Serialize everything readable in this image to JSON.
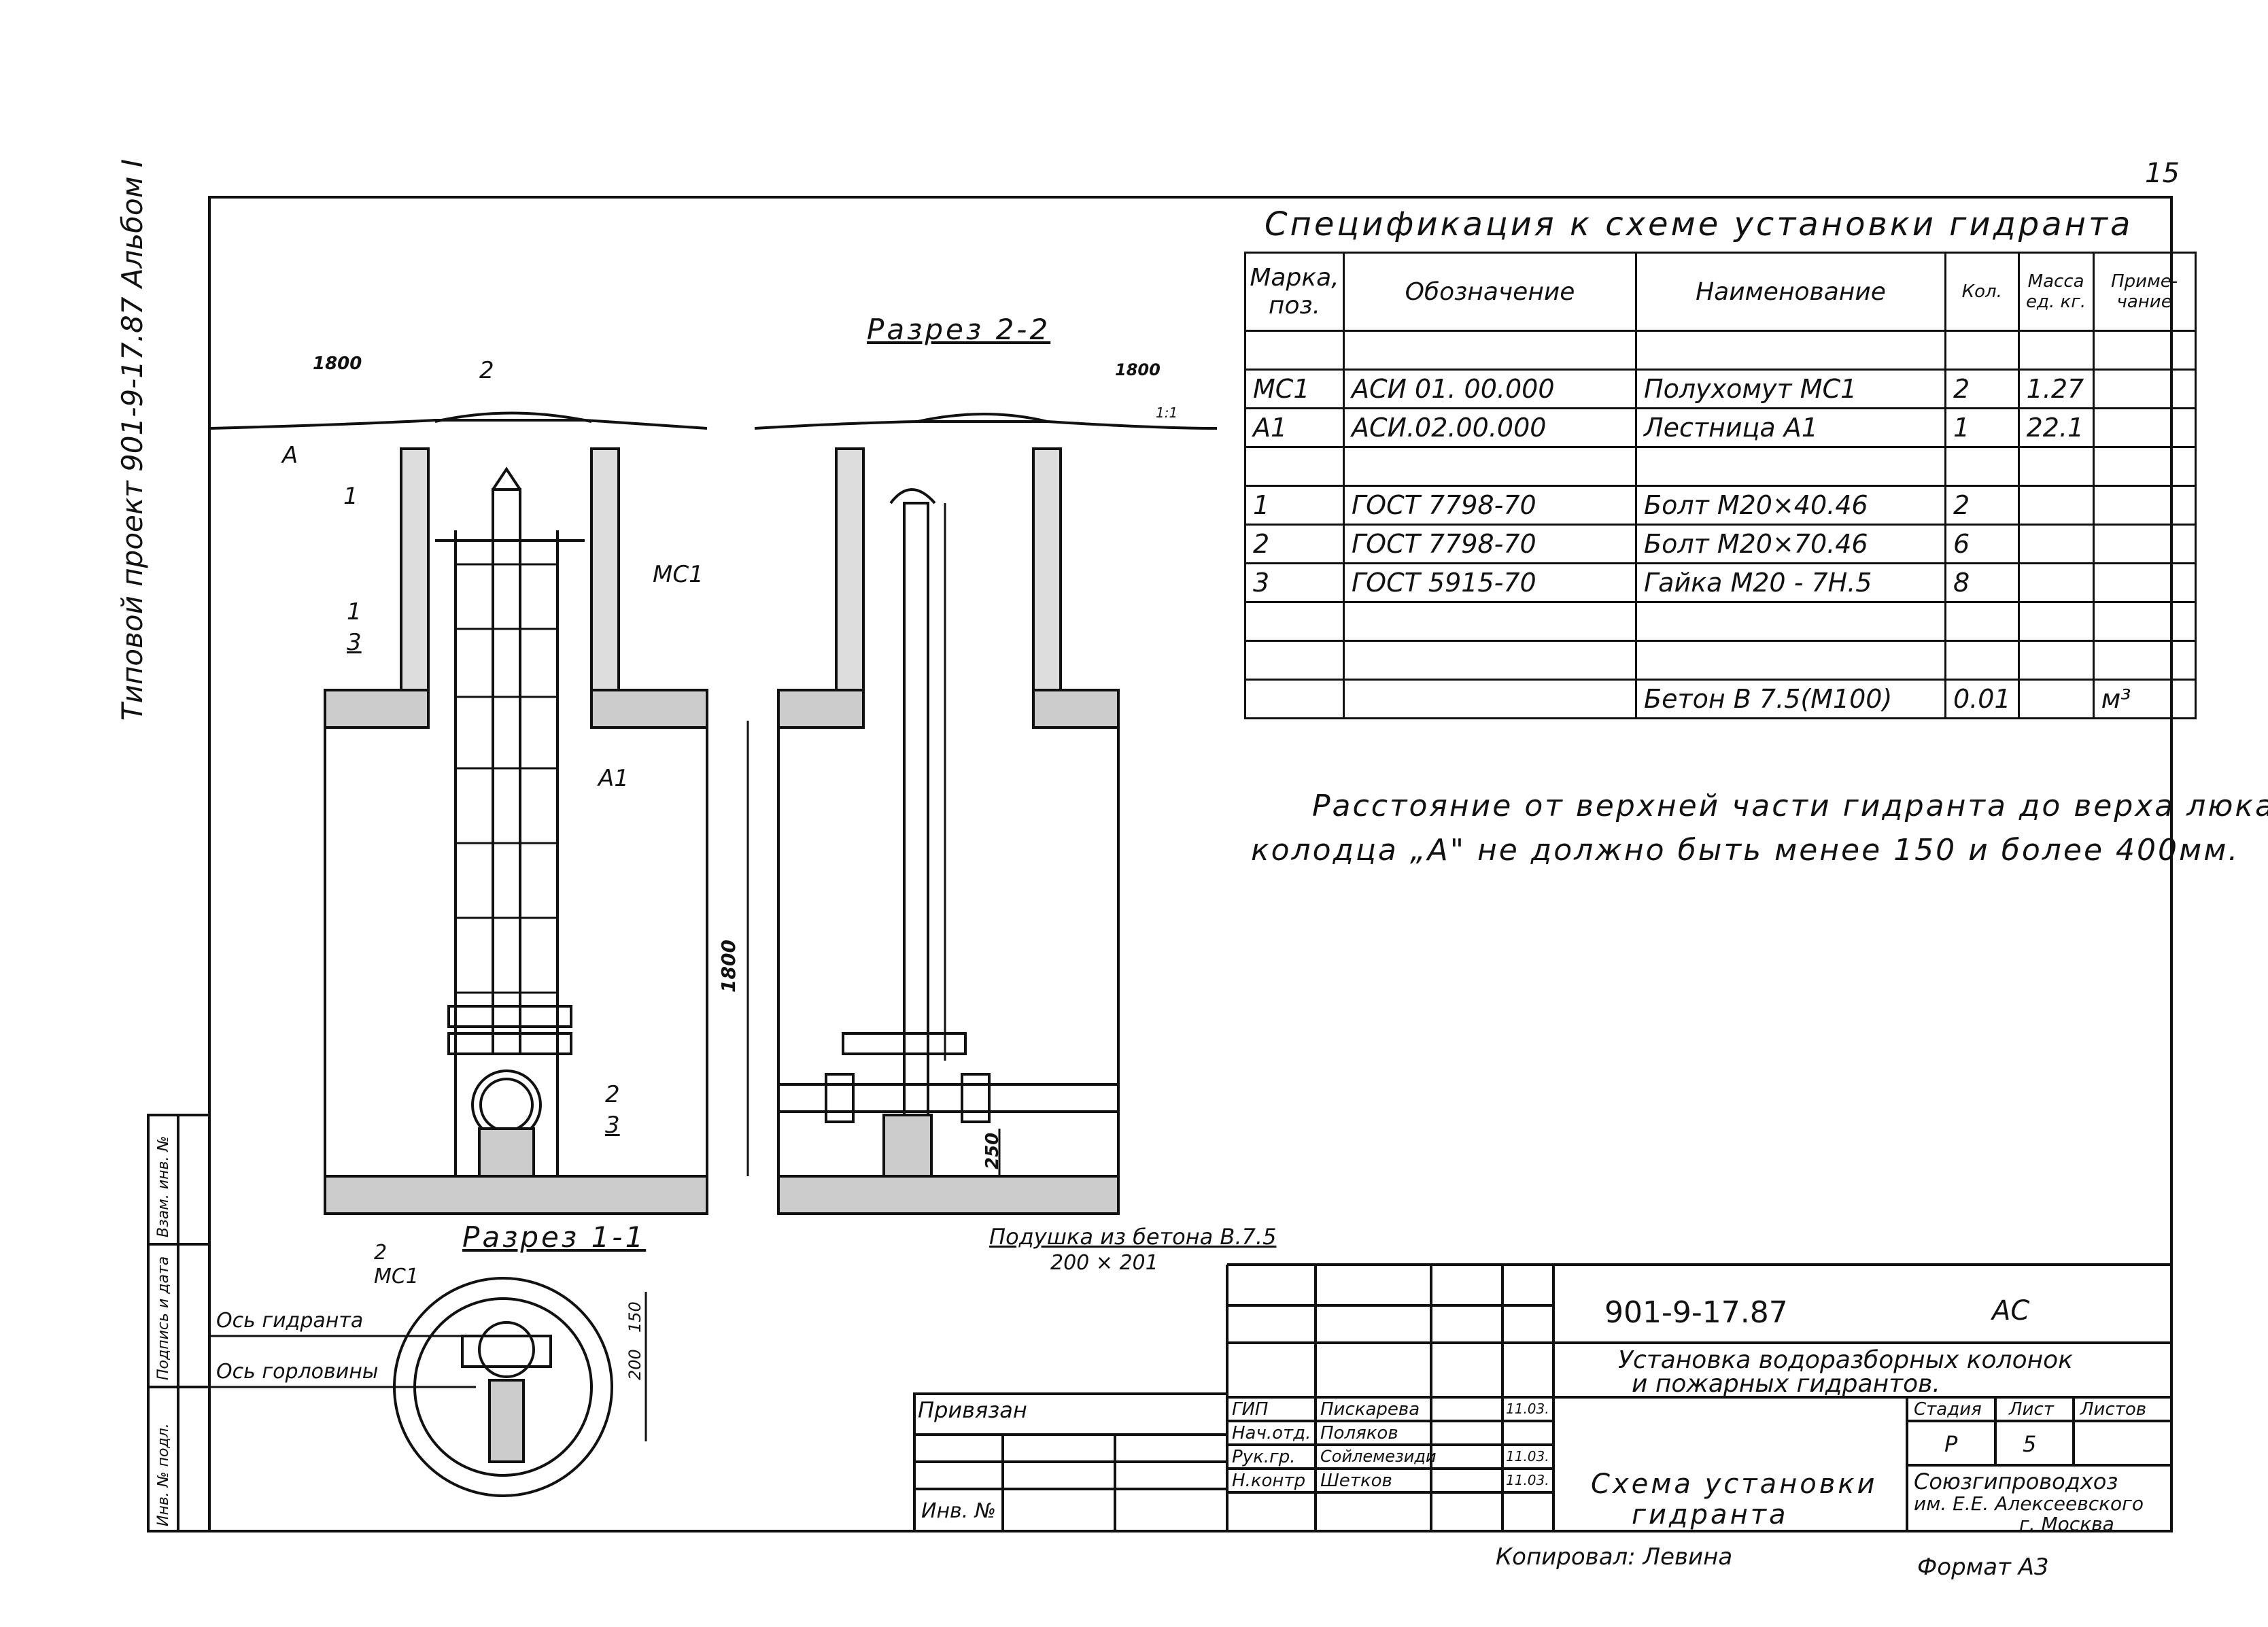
{
  "page_number": "15",
  "side_title": "Типовой проект 901-9-17.87 Альбом I",
  "spec": {
    "title": "Спецификация к схеме установки гидранта",
    "headers": [
      "Марка, поз.",
      "Обозначение",
      "Наименование",
      "Кол.",
      "Масса ед. кг.",
      "Приме- чание"
    ],
    "rows": [
      [
        "",
        "",
        "",
        "",
        "",
        ""
      ],
      [
        "МС1",
        "АСИ 01. 00.000",
        "Полухомут МС1",
        "2",
        "1.27",
        ""
      ],
      [
        "А1",
        "АСИ.02.00.000",
        "Лестница А1",
        "1",
        "22.1",
        ""
      ],
      [
        "",
        "",
        "",
        "",
        "",
        ""
      ],
      [
        "1",
        "ГОСТ 7798-70",
        "Болт М20×40.46",
        "2",
        "",
        ""
      ],
      [
        "2",
        "ГОСТ 7798-70",
        "Болт М20×70.46",
        "6",
        "",
        ""
      ],
      [
        "3",
        "ГОСТ 5915-70",
        "Гайка М20 - 7Н.5",
        "8",
        "",
        ""
      ],
      [
        "",
        "",
        "",
        "",
        "",
        ""
      ],
      [
        "",
        "",
        "",
        "",
        "",
        ""
      ],
      [
        "",
        "",
        "Бетон В 7.5(М100)",
        "0.01",
        "",
        "м³"
      ]
    ]
  },
  "note": {
    "line1": "Расстояние от верхней части гидранта до верха люка",
    "line2": "колодца „А\" не должно быть менее 150 и более 400мм."
  },
  "drawing": {
    "section22_title": "Разрез 2-2",
    "section11_title": "Разрез 1-1",
    "dim_1800_left": "1800",
    "dim_1800_right": "1800",
    "dim_1800_vert": "1800",
    "dim_250": "250",
    "dim_200": "200",
    "dim_150": "150",
    "label_2": "2",
    "label_1": "1",
    "label_3": "3",
    "label_A": "А",
    "label_mc1": "МС1",
    "label_a1": "А1",
    "slope": "1:1",
    "cushion_line1": "Подушка из бетона В.7.5",
    "cushion_line2": "200 × 201",
    "axis_hydrant": "Ось гидранта",
    "axis_neck": "Ось горловины"
  },
  "stamp": {
    "code": "901-9-17.87",
    "mark": "АС",
    "project_title_1": "Установка водоразборных колонок",
    "project_title_2": "и пожарных гидрантов.",
    "stage_h": "Стадия",
    "sheet_h": "Лист",
    "sheets_h": "Листов",
    "stage": "Р",
    "sheet": "5",
    "sheet_title_1": "Схема установки",
    "sheet_title_2": "гидранта",
    "org_1": "Союзгипроводхоз",
    "org_2": "им. Е.Е. Алексеевского",
    "org_3": "г. Москва",
    "privyazan": "Привязан",
    "inv": "Инв. №",
    "roles": [
      "ГИП",
      "Нач.отд.",
      "Рук.гр.",
      "Н.контр"
    ],
    "names": [
      "Пискарева",
      "Поляков",
      "Сойлемезиди",
      "Шетков"
    ],
    "dates": [
      "11.03.",
      "",
      "11.03.",
      "11.03."
    ],
    "copied": "Копировал: Левина",
    "format": "Формат А3"
  },
  "left_strip": [
    "Инв. № подл.",
    "Подпись и дата",
    "Взам. инв. №"
  ]
}
